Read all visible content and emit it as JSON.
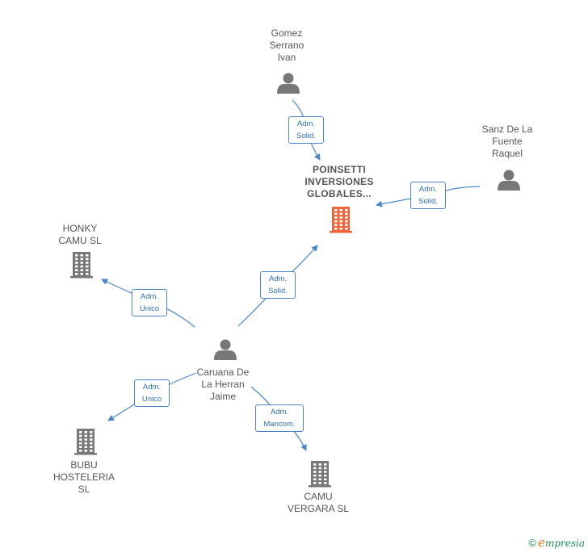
{
  "colors": {
    "edge": "#4a86c8",
    "person": "#777777",
    "company": "#777777",
    "focus": "#f2653a"
  },
  "nodes": [
    {
      "id": "gomez",
      "kind": "person",
      "label": "Gomez\nSerrano\nIvan"
    },
    {
      "id": "sanz",
      "kind": "person",
      "label": "Sanz De La\nFuente\nRaquel"
    },
    {
      "id": "poinsetti",
      "kind": "company-focus",
      "label": "POINSETTI\nINVERSIONES\nGLOBALES..."
    },
    {
      "id": "honky",
      "kind": "company",
      "label": "HONKY\nCAMU  SL"
    },
    {
      "id": "caruana",
      "kind": "person",
      "label": "Caruana De\nLa Herran\nJaime"
    },
    {
      "id": "bubu",
      "kind": "company",
      "label": "BUBU\nHOSTELERIA\nSL"
    },
    {
      "id": "camu",
      "kind": "company",
      "label": "CAMU\nVERGARA SL"
    }
  ],
  "edges": [
    {
      "from": "gomez",
      "to": "poinsetti",
      "label": "Adm.\nSolid."
    },
    {
      "from": "sanz",
      "to": "poinsetti",
      "label": "Adm.\nSolid."
    },
    {
      "from": "caruana",
      "to": "poinsetti",
      "label": "Adm.\nSolid."
    },
    {
      "from": "caruana",
      "to": "honky",
      "label": "Adm.\nUnico"
    },
    {
      "from": "caruana",
      "to": "bubu",
      "label": "Adm.\nUnico"
    },
    {
      "from": "caruana",
      "to": "camu",
      "label": "Adm.\nMancom."
    }
  ],
  "footer": {
    "copyright": "©",
    "brand_initial": "e",
    "brand_rest": "mpresia"
  }
}
